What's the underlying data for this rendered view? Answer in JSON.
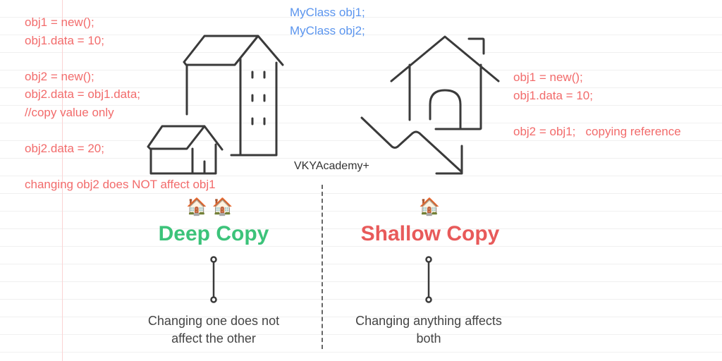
{
  "declarations": [
    "MyClass obj1;",
    "MyClass obj2;"
  ],
  "deep": {
    "code": [
      "obj1 = new();",
      "obj1.data = 10;",
      "",
      "obj2 = new();",
      "obj2.data = obj1.data;",
      "//copy value only",
      "",
      "obj2.data = 20;",
      "",
      "changing obj2 does NOT affect obj1"
    ],
    "emoji": "🏠 🏠",
    "title": "Deep Copy",
    "caption": [
      "Changing one does not",
      "affect the other"
    ],
    "color": "#3cc37a"
  },
  "shallow": {
    "code": [
      "obj1 = new();",
      "obj1.data = 10;",
      "",
      "obj2 = obj1;   copying reference"
    ],
    "emoji": "🏠",
    "title": "Shallow Copy",
    "caption": [
      "Changing anything affects",
      "both"
    ],
    "color": "#e85a5a"
  },
  "brand": "VKYAcademy+"
}
